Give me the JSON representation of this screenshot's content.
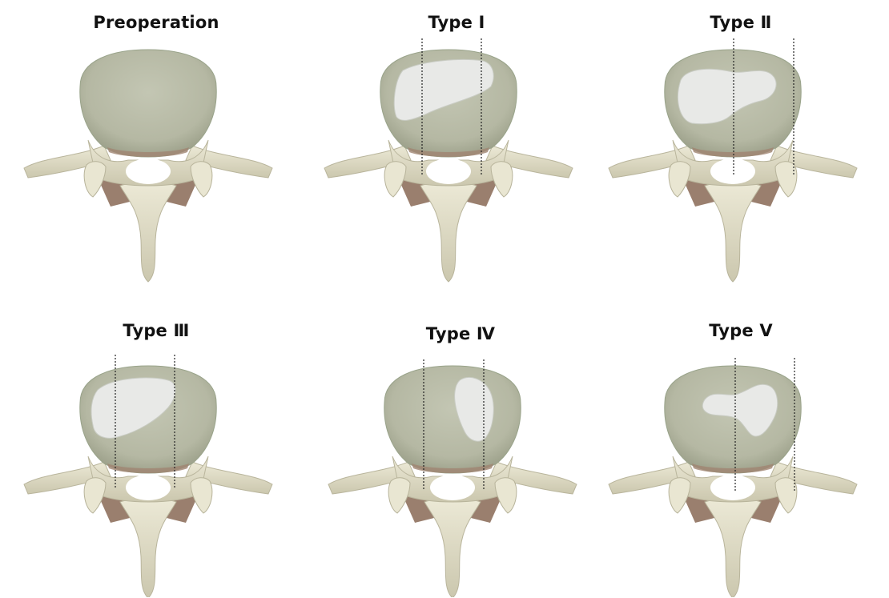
{
  "figure": {
    "panels": [
      {
        "key": "preop",
        "title": "Preoperation",
        "marker_lines": false,
        "ablation": "none",
        "accent_color": "#e6e7e6"
      },
      {
        "key": "type1",
        "title": "Type Ⅰ",
        "marker_lines": true,
        "ablation": "type1"
      },
      {
        "key": "type2",
        "title": "Type Ⅱ",
        "marker_lines": true,
        "ablation": "type2"
      },
      {
        "key": "type3",
        "title": "Type Ⅲ",
        "marker_lines": true,
        "ablation": "type3"
      },
      {
        "key": "type4",
        "title": "Type Ⅳ",
        "marker_lines": true,
        "ablation": "type4"
      },
      {
        "key": "type5",
        "title": "Type Ⅴ",
        "marker_lines": true,
        "ablation": "type5"
      }
    ],
    "colors": {
      "vertebral_body": "#b8bba7",
      "vertebral_body_dark": "#9ea28c",
      "bone": "#e2dfc9",
      "bone_shade": "#c9c5ad",
      "lamina_shadow": "#9a7f6e",
      "ablation_zone": "#e8e9e7",
      "marker_line": "#222222"
    }
  }
}
